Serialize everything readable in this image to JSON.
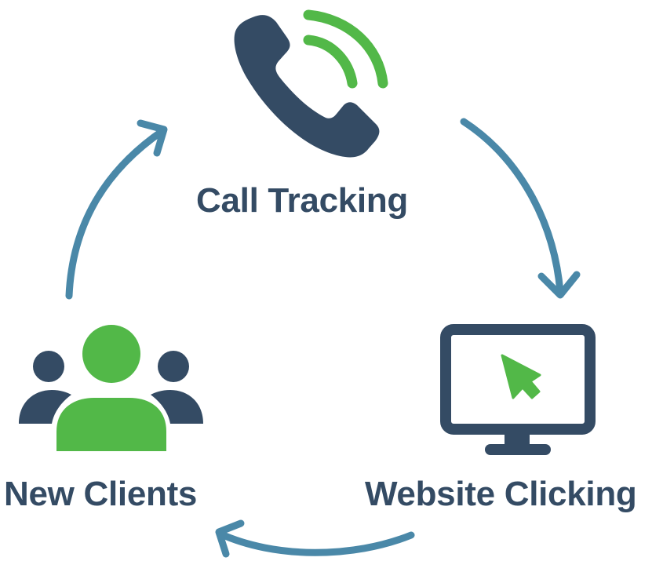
{
  "colors": {
    "dark": "#344b64",
    "green": "#52b848",
    "arrow": "#4a88a8",
    "background": "#ffffff"
  },
  "nodes": [
    {
      "id": "call-tracking",
      "label": "Call Tracking",
      "icon": "phone-icon"
    },
    {
      "id": "website-clicking",
      "label": "Website Clicking",
      "icon": "monitor-cursor-icon"
    },
    {
      "id": "new-clients",
      "label": "New Clients",
      "icon": "users-group-icon"
    }
  ],
  "edges": [
    {
      "from": "call-tracking",
      "to": "website-clicking"
    },
    {
      "from": "website-clicking",
      "to": "new-clients"
    },
    {
      "from": "new-clients",
      "to": "call-tracking"
    }
  ]
}
